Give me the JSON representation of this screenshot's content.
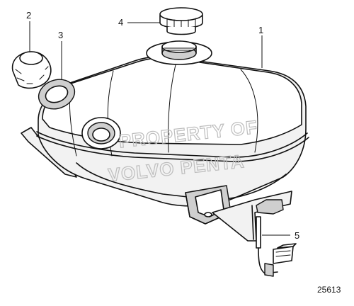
{
  "callouts": [
    {
      "label": "1",
      "part": "expansion tank"
    },
    {
      "label": "2",
      "part": "filler cap"
    },
    {
      "label": "3",
      "part": "sealing ring"
    },
    {
      "label": "4",
      "part": "pressure cap"
    },
    {
      "label": "5",
      "part": "level sensor"
    }
  ],
  "watermark": {
    "line1": "PROPERTY OF",
    "line2": "VOLVO PENTA"
  },
  "drawing_number": "25613"
}
